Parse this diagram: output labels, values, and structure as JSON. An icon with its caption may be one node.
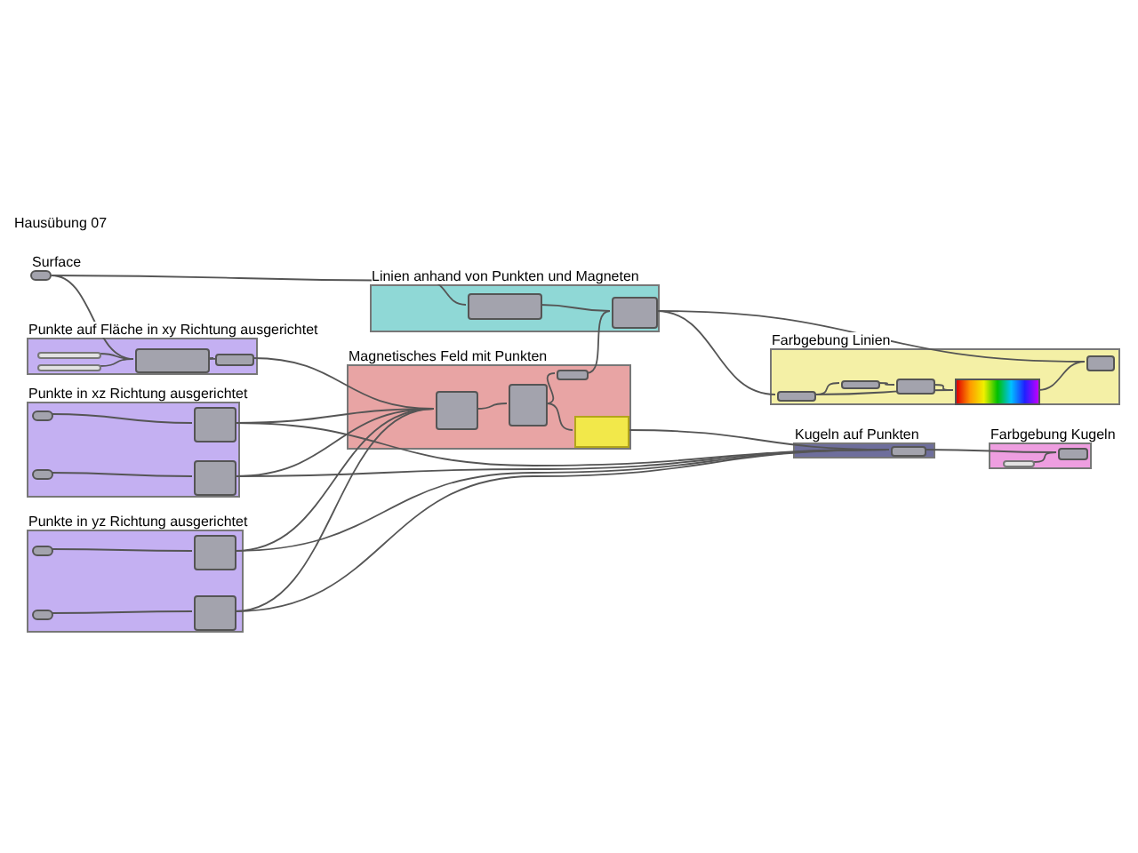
{
  "diagram": {
    "title": "Hausübung 07",
    "nodes": [
      {
        "text": [
          "Surface"
        ]
      },
      {
        "text": [
          "Punkte auf Fläche in xy Richtung ausgerichtet"
        ]
      },
      {
        "text": [],
        "shape": "box",
        "in": 1
      },
      {
        "text": [],
        "shape": "box",
        "in": 1
      },
      {
        "text": [],
        "shape": "bar",
        "in": 1
      },
      {
        "text": [],
        "shape": "bar",
        "in": 1
      },
      {
        "text": [
          "Punkte in xz Richtung ausgerichtet"
        ]
      },
      {
        "text": [],
        "shape": "pill",
        "in": 6
      },
      {
        "text": [],
        "shape": "box",
        "in": 6
      },
      {
        "text": [],
        "shape": "pill",
        "in": 6
      },
      {
        "text": [],
        "shape": "box",
        "in": 6
      },
      {
        "text": [
          "Punkte in yz Richtung ausgerichtet"
        ]
      },
      {
        "text": [],
        "shape": "pill",
        "in": 11
      },
      {
        "text": [],
        "shape": "box",
        "in": 11
      },
      {
        "text": [],
        "shape": "pill",
        "in": 11
      },
      {
        "text": [],
        "shape": "box",
        "in": 11
      },
      {
        "text": [
          "Linien anhand von Punkten und Magneten"
        ]
      },
      {
        "text": [],
        "shape": "box",
        "in": 16
      },
      {
        "text": [],
        "shape": "box",
        "in": 16
      },
      {
        "text": [
          "Magnetisches Feld mit Punkten"
        ]
      },
      {
        "text": [],
        "shape": "box",
        "in": 19
      },
      {
        "text": [],
        "shape": "box",
        "in": 19
      },
      {
        "text": [],
        "shape": "box",
        "in": 19
      },
      {
        "text": [],
        "shape": "panel",
        "in": 19
      },
      {
        "text": [
          "Farbgebung Linien"
        ]
      },
      {
        "text": [],
        "shape": "box",
        "in": 24
      },
      {
        "text": [],
        "shape": "box",
        "in": 24
      },
      {
        "text": [],
        "shape": "box",
        "in": 24
      },
      {
        "text": [],
        "shape": "gradient",
        "in": 24
      },
      {
        "text": [],
        "shape": "box",
        "in": 24
      },
      {
        "text": [
          "Kugeln auf Punkten"
        ]
      },
      {
        "text": [],
        "shape": "box",
        "in": 30
      },
      {
        "text": [
          "Farbgebung Kugeln"
        ]
      },
      {
        "text": [],
        "shape": "box",
        "in": 32
      },
      {
        "text": [],
        "shape": "bar",
        "in": 32
      }
    ],
    "edges": [
      {
        "from": 0,
        "to": 2,
        "arrow": "none"
      },
      {
        "from": 0,
        "to": 17,
        "arrow": "none"
      },
      {
        "from": 4,
        "to": 2,
        "arrow": "none"
      },
      {
        "from": 5,
        "to": 2,
        "arrow": "none"
      },
      {
        "from": 2,
        "to": 3,
        "arrow": "none"
      },
      {
        "from": 3,
        "to": 20,
        "arrow": "none"
      },
      {
        "from": 7,
        "to": 8,
        "arrow": "none"
      },
      {
        "from": 9,
        "to": 10,
        "arrow": "none"
      },
      {
        "from": 12,
        "to": 13,
        "arrow": "none"
      },
      {
        "from": 14,
        "to": 15,
        "arrow": "none"
      },
      {
        "from": 8,
        "to": 20,
        "arrow": "none"
      },
      {
        "from": 10,
        "to": 20,
        "arrow": "none"
      },
      {
        "from": 13,
        "to": 20,
        "arrow": "none"
      },
      {
        "from": 15,
        "to": 20,
        "arrow": "none"
      },
      {
        "from": 8,
        "to": 31,
        "arrow": "none"
      },
      {
        "from": 10,
        "to": 31,
        "arrow": "none"
      },
      {
        "from": 13,
        "to": 31,
        "arrow": "none"
      },
      {
        "from": 15,
        "to": 31,
        "arrow": "none"
      },
      {
        "from": 20,
        "to": 21,
        "arrow": "none"
      },
      {
        "from": 21,
        "to": 23,
        "arrow": "none"
      },
      {
        "from": 21,
        "to": 22,
        "arrow": "none"
      },
      {
        "from": 22,
        "to": 18,
        "arrow": "none"
      },
      {
        "from": 17,
        "to": 18,
        "arrow": "none"
      },
      {
        "from": 18,
        "to": 29,
        "arrow": "none"
      },
      {
        "from": 18,
        "to": 25,
        "arrow": "none"
      },
      {
        "from": 25,
        "to": 26,
        "arrow": "none"
      },
      {
        "from": 26,
        "to": 27,
        "arrow": "none"
      },
      {
        "from": 27,
        "to": 28,
        "arrow": "none"
      },
      {
        "from": 25,
        "to": 28,
        "arrow": "none"
      },
      {
        "from": 28,
        "to": 29,
        "arrow": "none"
      },
      {
        "from": 23,
        "to": 31,
        "arrow": "none"
      },
      {
        "from": 31,
        "to": 33,
        "arrow": "none"
      },
      {
        "from": 34,
        "to": 33,
        "arrow": "none"
      }
    ]
  }
}
